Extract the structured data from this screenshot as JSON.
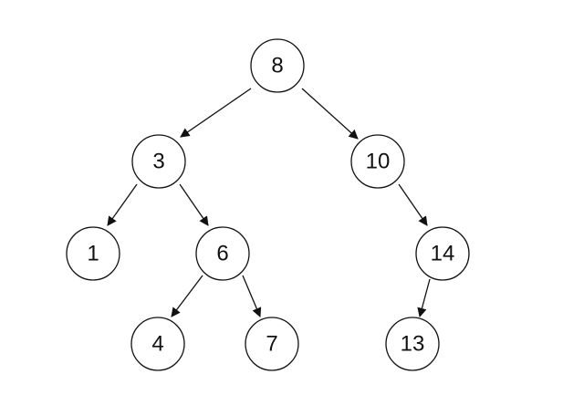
{
  "diagram": {
    "type": "binary-search-tree",
    "root": "8",
    "nodes": [
      {
        "id": "n8",
        "label": "8"
      },
      {
        "id": "n3",
        "label": "3"
      },
      {
        "id": "n10",
        "label": "10"
      },
      {
        "id": "n1",
        "label": "1"
      },
      {
        "id": "n6",
        "label": "6"
      },
      {
        "id": "n14",
        "label": "14"
      },
      {
        "id": "n4",
        "label": "4"
      },
      {
        "id": "n7",
        "label": "7"
      },
      {
        "id": "n13",
        "label": "13"
      }
    ],
    "edges": [
      {
        "from": "n8",
        "to": "n3"
      },
      {
        "from": "n8",
        "to": "n10"
      },
      {
        "from": "n3",
        "to": "n1"
      },
      {
        "from": "n3",
        "to": "n6"
      },
      {
        "from": "n10",
        "to": "n14"
      },
      {
        "from": "n6",
        "to": "n4"
      },
      {
        "from": "n6",
        "to": "n7"
      },
      {
        "from": "n14",
        "to": "n13"
      }
    ],
    "colors": {
      "line": "#111111",
      "node_fill": "#ffffff",
      "text": "#111111"
    }
  }
}
